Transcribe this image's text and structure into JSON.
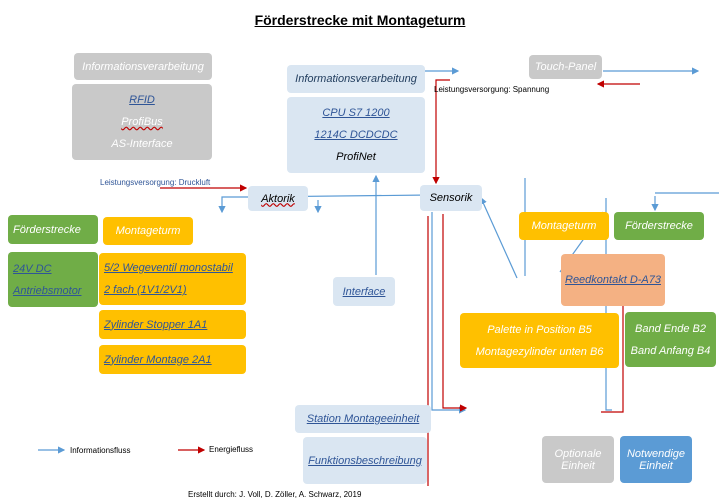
{
  "title": "Förderstrecke  mit Montageturm",
  "info_left": {
    "header": "Informationsverarbeitung",
    "items": [
      "RFID",
      "ProfiBus",
      "AS-Interface"
    ]
  },
  "info_center": {
    "header": "Informationsverarbeitung",
    "items": [
      "CPU S7 1200",
      "1214C DCDCDC",
      "ProfiNet"
    ]
  },
  "touch_panel": "Touch-Panel",
  "supply_voltage": "Leistungsversorgung: Spannung",
  "supply_air": "Leistungsversorgung: Druckluft",
  "aktorik": "Aktorik",
  "sensorik": "Sensorik",
  "left_foerder": {
    "header": "Förderstrecke",
    "items": [
      "24V DC",
      "Antriebsmotor"
    ]
  },
  "left_montage": {
    "header": "Montageturm",
    "valve": [
      "5/2 Wegeventil monostabil",
      "2 fach (1V1/2V1)"
    ],
    "cyl1": "Zylinder Stopper 1A1",
    "cyl2": "Zylinder Montage 2A1"
  },
  "interface": "Interface",
  "right_montage": {
    "header": "Montageturm",
    "items": [
      "Palette in Position B5",
      "Montagezylinder unten B6"
    ]
  },
  "right_foerder": {
    "header": "Förderstrecke",
    "items": [
      "Band Ende B2",
      "Band Anfang B4"
    ]
  },
  "reed": "Reedkontakt D-A73",
  "station": "Station Montageeinheit",
  "funktion": "Funktionsbeschreibung",
  "legend": {
    "info": "Informationsfluss",
    "energy": "Energiefluss",
    "optional": "Optionale Einheit",
    "required": "Notwendige Einheit"
  },
  "credits": "Erstellt durch: J. Voll, D. Zöller, A. Schwarz, 2019",
  "colors": {
    "info_arrow": "#5b9bd5",
    "energy_arrow": "#c00000",
    "orange": "#ffc000",
    "green": "#70ad47",
    "gray": "#c9c9c9",
    "lightblue": "#dae6f2",
    "salmon": "#f4b183",
    "blue": "#5b9bd5"
  }
}
